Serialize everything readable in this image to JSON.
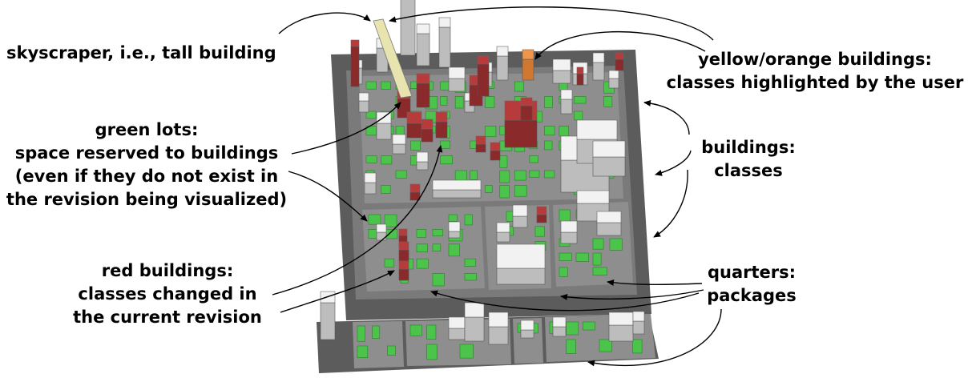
{
  "labels": {
    "skyscraper": [
      "skyscraper, i.e., tall building"
    ],
    "green_lots": [
      "green lots:",
      "space reserved to buildings",
      "(even if they do not exist in",
      "the revision being visualized)"
    ],
    "red_buildings": [
      "red buildings:",
      "classes changed in",
      "the current revision"
    ],
    "yellow_orange": [
      "yellow/orange buildings:",
      "classes highlighted by the user"
    ],
    "buildings": [
      "buildings:",
      "classes"
    ],
    "quarters": [
      "quarters:",
      "packages"
    ]
  },
  "colors": {
    "ground_dark": "#5c5c5c",
    "ground_mid": "#7a7a7a",
    "block": "#8e8e8e",
    "lot_green": "#4cc44c",
    "building_white": "#f2f2f2",
    "building_red": "#b83b3b",
    "building_orange": "#f0954a",
    "building_yellow": "#e8e4b0",
    "arrow": "#000000"
  }
}
